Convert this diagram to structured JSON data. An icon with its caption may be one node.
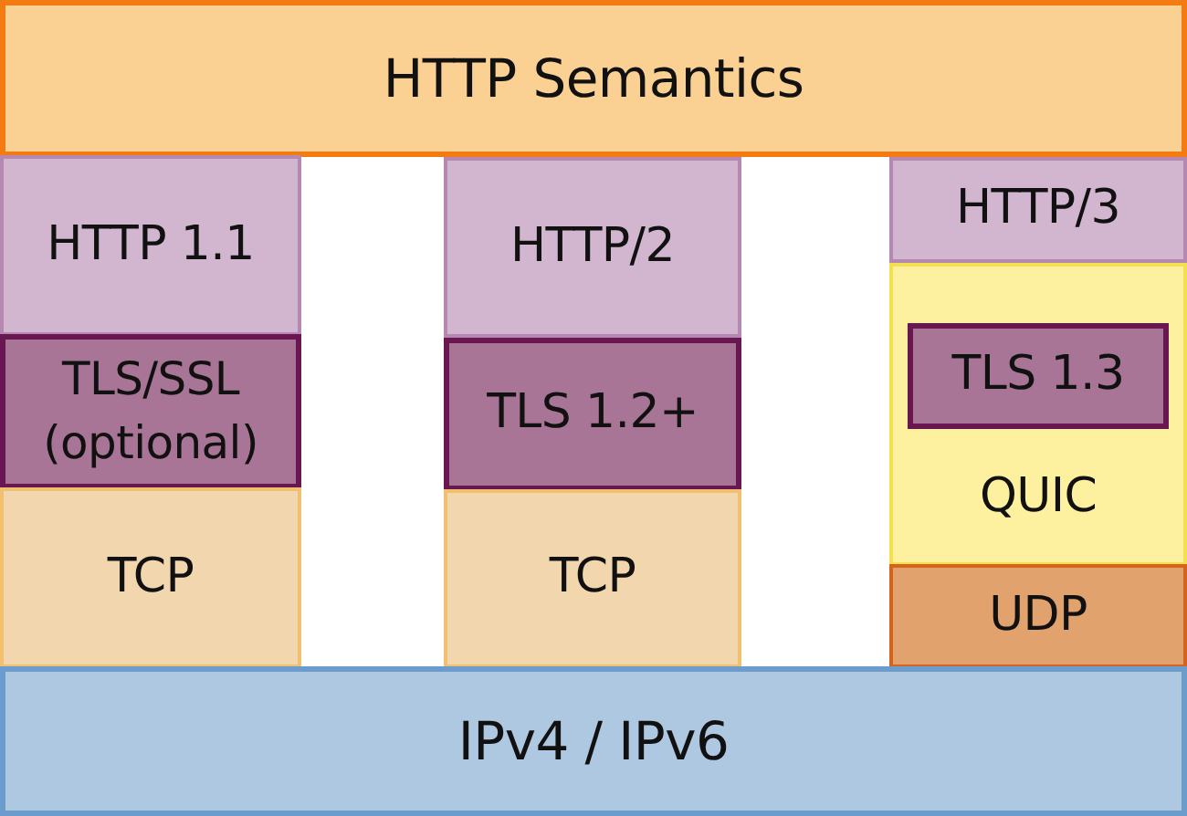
{
  "diagram": {
    "nodes": [
      {
        "text": [
          "HTTP Semantics"
        ]
      },
      {
        "text": [
          "HTTP 1.1"
        ]
      },
      {
        "text": [
          "HTTP/2"
        ]
      },
      {
        "text": [
          "HTTP/3"
        ]
      },
      {
        "text": [
          "TLS/SSL (optional)"
        ]
      },
      {
        "text": [
          "TLS 1.2+"
        ]
      },
      {
        "text": [
          "QUIC"
        ]
      },
      {
        "text": [
          "TLS 1.3"
        ],
        "in": 6
      },
      {
        "text": [
          "TCP"
        ]
      },
      {
        "text": [
          "TCP"
        ]
      },
      {
        "text": [
          "UDP"
        ]
      },
      {
        "text": [
          "IPv4 / IPv6"
        ]
      }
    ],
    "edges": []
  }
}
